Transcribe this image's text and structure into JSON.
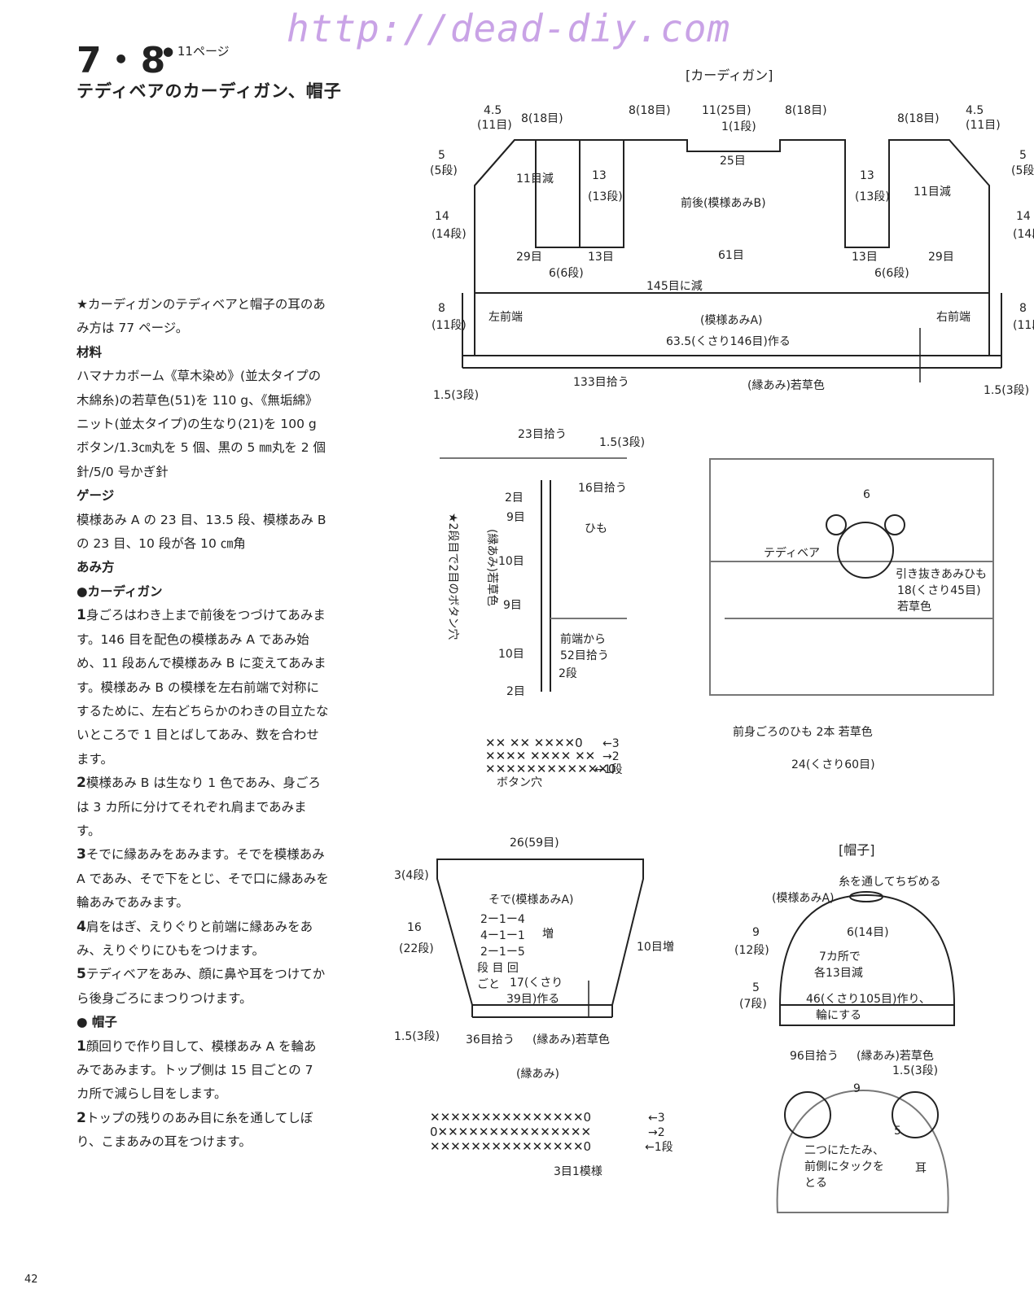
{
  "watermark": "http://dead-diy.com",
  "header": {
    "number": "7・8",
    "page_ref": "● 11ページ",
    "title": "テディベアのカーディガン、帽子"
  },
  "left": {
    "intro": "★カーディガンのテディベアと帽子の耳のあみ方は 77 ページ。",
    "materials_head": "材料",
    "materials": "ハマナカボーム《草木染め》(並太タイプの木綿糸)の若草色(51)を 110 g、《無垢綿》ニット(並太タイプ)の生なり(21)を 100 g",
    "buttons": "ボタン/1.3㎝丸を 5 個、黒の 5 ㎜丸を 2 個",
    "needle": "針/5/0 号かぎ針",
    "gauge_head": "ゲージ",
    "gauge": "模様あみ A の 23 目、13.5 段、模様あみ B の 23 目、10 段が各 10 ㎝角",
    "method_head": "あみ方",
    "cardigan_head": "●カーディガン",
    "c_steps": [
      {
        "n": "1",
        "t": "身ごろはわき上まで前後をつづけてあみます。146 目を配色の模様あみ A であみ始め、11 段あんで模様あみ B に変えてあみます。模様あみ B の模様を左右前端で対称にするために、左右どちらかのわきの目立たないところで 1 目とばしてあみ、数を合わせます。"
      },
      {
        "n": "2",
        "t": "模様あみ B は生なり 1 色であみ、身ごろは 3 カ所に分けてそれぞれ肩まであみます。"
      },
      {
        "n": "3",
        "t": "そでに縁あみをあみます。そでを模様あみ A であみ、そで下をとじ、そで口に縁あみを輪あみであみます。"
      },
      {
        "n": "4",
        "t": "肩をはぎ、えりぐりと前端に縁あみをあみ、えりぐりにひもをつけます。"
      },
      {
        "n": "5",
        "t": "テディベアをあみ、顔に鼻や耳をつけてから後身ごろにまつりつけます。"
      }
    ],
    "hat_head": "● 帽子",
    "h_steps": [
      {
        "n": "1",
        "t": "顔回りで作り目して、模様あみ A を輪あみであみます。トップ側は 15 目ごとの 7 カ所で減らし目をします。"
      },
      {
        "n": "2",
        "t": "トップの残りのあみ目に糸を通してしぼり、こまあみの耳をつけます。"
      }
    ]
  },
  "body_diagram": {
    "title": "[カーディガン]",
    "top_left": [
      "4.5",
      "(11目)",
      "8(18目)"
    ],
    "top_mid": [
      "8(18目)",
      "11(25目)",
      "8(18目)"
    ],
    "top_right": [
      "8(18目)",
      "4.5",
      "(11目)"
    ],
    "neck": [
      "1(1段)",
      "25目"
    ],
    "left_side": [
      "5",
      "(5段)",
      "14",
      "(14段)",
      "8",
      "(11段)",
      "1.5(3段)"
    ],
    "right_side": [
      "5",
      "(5段)",
      "14",
      "(14段)",
      "8",
      "(11段)",
      "1.5(3段)"
    ],
    "dec": [
      "11目減",
      "11目減"
    ],
    "armhole": [
      "13",
      "(13段)",
      "13",
      "(13段)"
    ],
    "center": "前後(模様あみB)",
    "row1": [
      "29目",
      "13目",
      "61目",
      "13目",
      "29目"
    ],
    "row2": [
      "6(6段)",
      "6(6段)"
    ],
    "dec_to": "145目に減",
    "fronts": [
      "左前端",
      "右前端"
    ],
    "pattern_a": "(模様あみA)",
    "cast_on": "63.5(くさり146目)作る",
    "bottom": [
      "133目拾う",
      "(縁あみ)若草色"
    ]
  },
  "front_band": {
    "labels": [
      "23目拾う",
      "1.5(3段)",
      "16目拾う",
      "ひも",
      "2目",
      "9目",
      "10目",
      "9目",
      "10目",
      "2目",
      "前端から",
      "52目拾う",
      "2段"
    ],
    "edging_v": "(縁あみ)若草色",
    "button_v": "★2段目で2目のボタン穴",
    "chart_rows": [
      "←3",
      "→2",
      "←1段"
    ],
    "chart_label": "ボタン穴"
  },
  "bear_back": {
    "labels": [
      "6",
      "テディベア",
      "引き抜きあみひも",
      "18(くさり45目)",
      "若草色"
    ],
    "cord": [
      "前身ごろのひも 2本 若草色",
      "24(くさり60目)"
    ]
  },
  "sleeve": {
    "labels": [
      "26(59目)",
      "3(4段)",
      "16",
      "(22段)",
      "1.5(3段)",
      "そで(模様あみA)",
      "2ー1ー4",
      "4ー1ー1",
      "2ー1ー5",
      "段 目 回",
      "ごと",
      "増",
      "10目増",
      "17(くさり",
      "39目)作る",
      "36目拾う",
      "(縁あみ)若草色"
    ],
    "edge_title": "(縁あみ)",
    "chart_rows": [
      "←3",
      "→2",
      "←1段"
    ],
    "repeat": "3目1模様"
  },
  "hat": {
    "title": "[帽子]",
    "labels": [
      "糸を通してちぢめる",
      "(模様あみA)",
      "6(14目)",
      "9",
      "(12段)",
      "7カ所で",
      "各13目減",
      "5",
      "(7段)",
      "46(くさり105目)作り、",
      "輪にする",
      "96目拾う",
      "(縁あみ)若草色",
      "1.5(3段)"
    ],
    "ear": [
      "9",
      "5",
      "二つにたたみ、",
      "前側にタックを",
      "とる",
      "耳"
    ]
  },
  "footer": {
    "page": "42"
  }
}
